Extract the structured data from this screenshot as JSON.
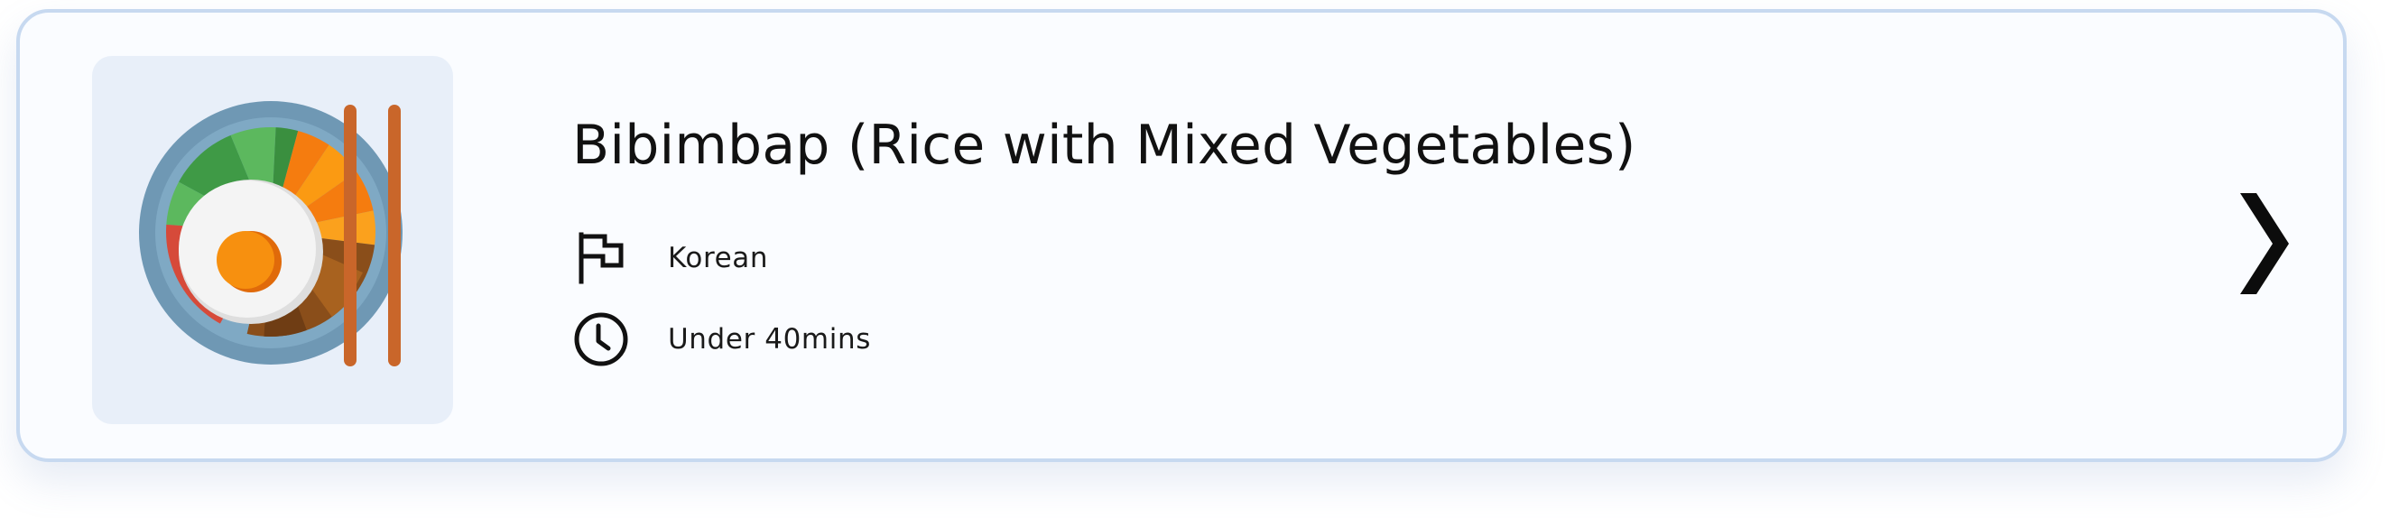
{
  "recipe": {
    "title": "Bibimbap (Rice with Mixed Vegetables)",
    "cuisine": "Korean",
    "time": "Under 40mins",
    "thumbnail_icon": "bibimbap-bowl-icon",
    "cuisine_icon": "flag-icon",
    "time_icon": "clock-icon",
    "next_icon": "chevron-right-icon"
  },
  "colors": {
    "card_background": "#fafcff",
    "card_border": "#c7d9f0",
    "thumbnail_background": "#e8eff9",
    "bowl_rim": "#6f98b4",
    "chopsticks": "#c9662a",
    "egg_yolk": "#f7900f",
    "text": "#111111"
  }
}
